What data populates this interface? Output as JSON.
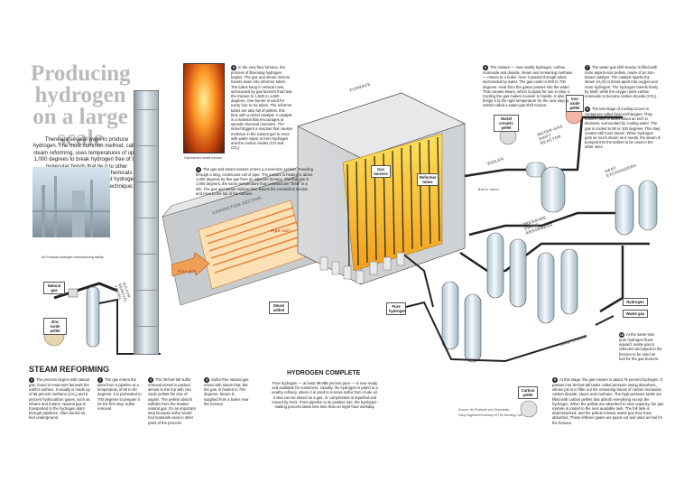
{
  "title": "Producing hydrogen on a large scale",
  "intro": "There are several ways to produce hydrogen. The most common method, called steam reforming, uses temperatures of up to 1,000 degrees to break hydrogen free of the molecular bonds that tie it to other substances. Air Products and Chemicals of Trexlertown, the world's biggest hydrogen producer, uses the following technique:",
  "photo_caption": "Air Products hydrogen manufacturing facility",
  "furnace_caption": "Gas burners inside furnace",
  "steps": {
    "s5": "In the very fiery furnace, the process of liberating hydrogen begins. The gas and steam mixture travels down into reformer tubes. The tubes hang in vertical rows, surrounded by gas burners that heat the mixture to 1,500 to 1,600 degrees. One burner is used for every four to six tubes. The reformer tubes are also full of pellets, this time with a nickel catalyst. A catalyst is a material that encourages or speeds chemical reactions. The nickel triggers a reaction that causes methane in the natural gas to react with water vapor to form hydrogen and the carbon oxides (CO and CO₂).",
    "s4": "The gas and steam mixture enters a convection section. Traveling through a long, continuous coil of pipe, The mixture is heated to about 1,000 degrees by flue gas from an adjacent furnace. The flue gas is 1,900 degrees, the same temperature that ceramics are \"fired\" in a kiln. The gas and steam mixture then leaves the convection section and rises to the top of the furnace.",
    "s6": "The mixture — now mostly hydrogen, carbon monoxide and dioxide, steam and remaining methane — moves to a boiler. Here it passes through tubes surrounded by water. The gas cools to 600 to 700 degrees. Heat from the gases passes into the water. That creates steam, which is piped for use in Step 4. Cooling the gas makes it easier to handle. It also brings it to the right temperature for the next step, a vessel called a water-gas shift reactor.",
    "s7": "The water-gas shift reactor is filled with more aspirin-size pellets, made of an iron-based catalyst. The catalyst sparks the steam (H₂O) to break apart into oxygen and more hydrogen. The hydrogen travels freely by itself, while the oxygen joins carbon monoxide to become carbon dioxide (CO₂).",
    "s8": "The last stage of cooling occurs in containers called heat exchangers. They feature rows of tubes about an inch in diameter, surrounded by cooling water. The gas is cooled to 90 or 100 degrees. This step creates still more steam. When hydrogen gets as much steam as it needs, the steam is pumped into the boilers to be used in the other uses.",
    "s1": "The process begins with natural gas, found in reservoirs beneath the earth's surface. It usually is made up of 95 percent methane (CH₄) and 5 percent hydrocarbon gases, such as ethane and butane. Natural gas is transported to the hydrogen plant through pipelines, often buried six feet underground.",
    "s2": "The gas enters the plant from a pipeline at a temperature of 80 to 90 degrees. It is preheated to 700 degrees to prepare it for the first step: sulfur removal.",
    "s3a": "The 36-foot-tall sulfur removal vessel is packed almost to the top with zinc oxide pellets the size of aspirin. The pellets absorb sulfides from the heated natural gas. It's an important step because sulfur would foul materials used in other parts of the process.",
    "s3b": "Sulfur-free natural gas mixes with steam that, like the gas, is heated to 700 degrees. Steam is supplied from a boiler near the furnace.",
    "s9": "At this stage, the gas mixture is about 75 percent hydrogen. It passes into 30-foot-tall tanks called pressure swing absorbers, whose job is to filter out the remaining traces of carbon monoxide, carbon dioxide, steam and methane. The high-pressure tanks are filled with carbon pellets that absorb everything except the hydrogen. When the pellets are absorbed to near capacity, the gas mixture is routed to the next available tank. The full tank is depressurized, and the pellets release waste gas they have absorbed. These leftover gases are piped out and used as fuel for the furnace.",
    "s10": "At the same time pure hydrogen flows upward, waste gas is collected and piped to the furnace to be used as fuel for the gas burners."
  },
  "steam_reforming_title": "STEAM REFORMING",
  "hydrogen_complete": {
    "title": "HYDROGEN COMPLETE",
    "text": "Pure hydrogen — at least 99.999 percent pure — is now ready and available for customers. Usually, the hydrogen is piped to a nearby refinery, where it is used to remove sulfur from crude oil. It also can be stored as a gas, or compressed or liquefied and moved by truck. From pipeline to its positive use, the hydrogen-making process takes less time than an eight-hour workday."
  },
  "labels": {
    "furnace": "FURNACE",
    "convection": "CONVECTION SECTION",
    "boiler": "BOILER",
    "water_gas": "WATER-GAS SHIFT REACTOR",
    "heat_ex": "HEAT EXCHANGERS",
    "sulfur": "SULFUR REMOVAL VESSEL",
    "psa": "PRESSURE SWING ABSORBERS",
    "waste_gas": "WASTE GAS",
    "flue_gas": "Flue gas",
    "pipe_coil": "Pipe coil",
    "boiler_water": "Boiler water",
    "steam": "Steam added",
    "gas_burners": "Gas burners",
    "reformer_tubes": "Reformer tubes"
  },
  "tags": {
    "natural_gas": "Natural gas",
    "zinc": "Zinc oxide pellet",
    "nickel": "Nickel ceramic pellet",
    "iron": "Iron oxide pellet",
    "pure_h": "Pure hydrogen",
    "hydrogen": "Hydrogen",
    "waste": "Waste gas",
    "carbon": "Carbon pellet"
  },
  "source": {
    "line1": "Source: Air Products and Chemicals",
    "line2": "Gary Hagedorn/Courtesy of The Morning Call"
  }
}
